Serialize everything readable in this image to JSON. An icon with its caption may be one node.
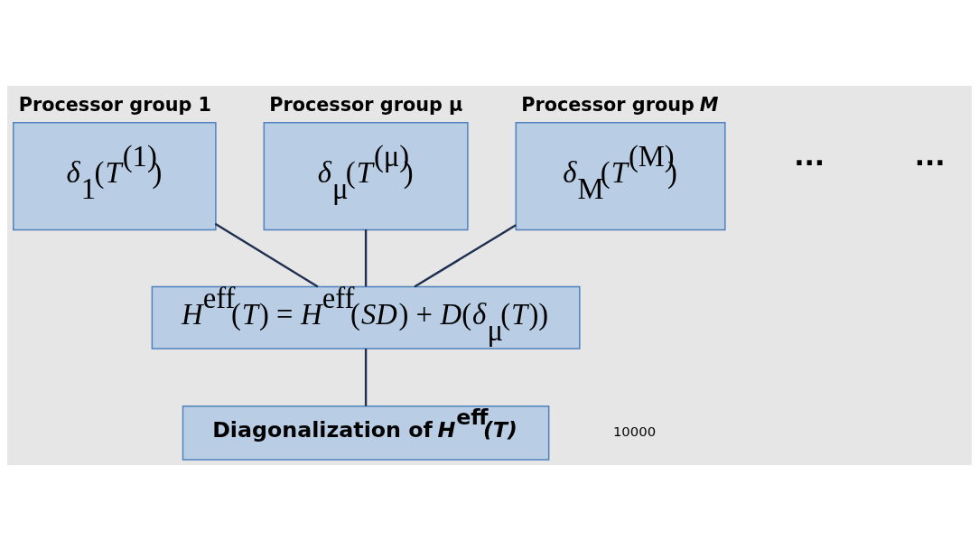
{
  "diagram": {
    "nodes": [
      {
        "text": [
          "Processor group 1",
          "*δ*$_{1}$(*T*$^{(1)}$)"
        ]
      },
      {
        "text": [
          "Processor group μ",
          "*δ*$_{μ}$(*T*$^{(μ)}$)"
        ]
      },
      {
        "text": [
          "Processor group *M*",
          "*δ*$_{M}$(*T*$^{(M)}$)"
        ]
      },
      {
        "text": [
          "*H*$^{eff}$(*T*) = *H*$^{eff}$(*SD*) + *D*(*δ*$_{μ}$(*T*))"
        ]
      },
      {
        "text": [
          "Diagonalization of *H*$^{eff}$*(T)*"
        ]
      }
    ],
    "edges": [
      {
        "from": 0,
        "to": 3,
        "arrow": "none"
      },
      {
        "from": 1,
        "to": 3,
        "arrow": "none"
      },
      {
        "from": 2,
        "to": 3,
        "arrow": "none"
      },
      {
        "from": 3,
        "to": 4,
        "arrow": "none"
      }
    ],
    "labels": [
      "...",
      "...",
      "10000"
    ]
  }
}
